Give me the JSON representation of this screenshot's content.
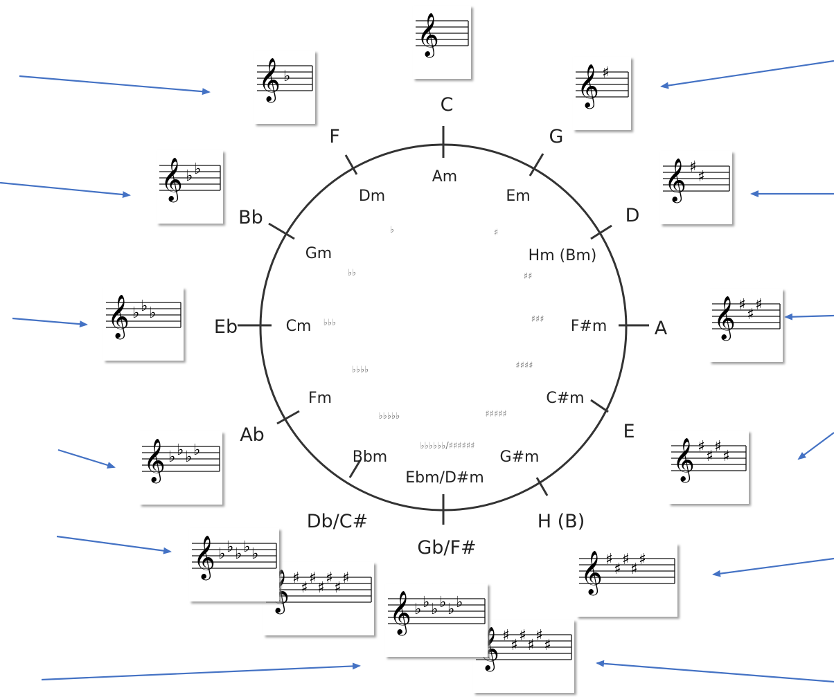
{
  "accent_color": "#4472c4",
  "circle": {
    "major_keys": [
      "C",
      "G",
      "D",
      "A",
      "E",
      "H (B)",
      "Gb/F#",
      "Db/C#",
      "Ab",
      "Eb",
      "Bb",
      "F"
    ],
    "minor_keys": [
      "Am",
      "Em",
      "Hm (Bm)",
      "F#m",
      "C#m",
      "G#m",
      "Ebm/D#m",
      "Bbm",
      "Fm",
      "Cm",
      "Gm",
      "Dm"
    ],
    "inner_accidentals": [
      "♯",
      "♯♯",
      "♯♯♯",
      "♯♯♯♯",
      "♯♯♯♯♯",
      "♭♭♭♭♭♭/♯♯♯♯♯♯",
      "♭♭♭♭♭",
      "♭♭♭♭",
      "♭♭♭",
      "♭♭",
      "♭"
    ]
  },
  "staff_cards": [
    {
      "id": "C",
      "clef": "𝄞",
      "accidentals": ""
    },
    {
      "id": "G",
      "clef": "𝄞",
      "accidentals": "♯"
    },
    {
      "id": "D",
      "clef": "𝄞",
      "accidentals": "♯♯"
    },
    {
      "id": "A",
      "clef": "𝄞",
      "accidentals": "♯♯♯"
    },
    {
      "id": "E",
      "clef": "𝄞",
      "accidentals": "♯♯♯♯"
    },
    {
      "id": "B",
      "clef": "𝄞",
      "accidentals": "♯♯♯♯♯"
    },
    {
      "id": "F#",
      "clef": "𝄞",
      "accidentals": "♯♯♯♯♯♯"
    },
    {
      "id": "Gb",
      "clef": "𝄞",
      "accidentals": "♭♭♭♭♭♭"
    },
    {
      "id": "C#",
      "clef": "𝄞",
      "accidentals": "♯♯♯♯♯♯♯"
    },
    {
      "id": "Db",
      "clef": "𝄞",
      "accidentals": "♭♭♭♭♭"
    },
    {
      "id": "Ab",
      "clef": "𝄞",
      "accidentals": "♭♭♭♭"
    },
    {
      "id": "Eb",
      "clef": "𝄞",
      "accidentals": "♭♭♭"
    },
    {
      "id": "Bb",
      "clef": "𝄞",
      "accidentals": "♭♭"
    },
    {
      "id": "F",
      "clef": "𝄞",
      "accidentals": "♭"
    }
  ]
}
